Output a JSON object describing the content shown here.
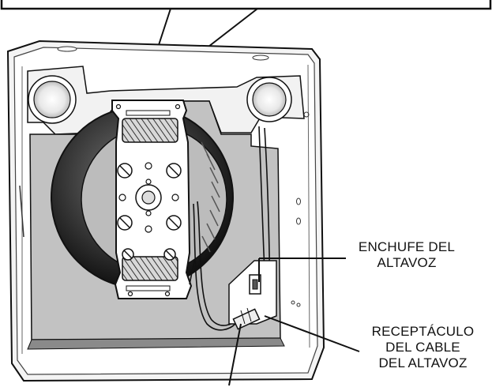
{
  "diagram": {
    "labels": {
      "speaker_plug": [
        "ENCHUFE DEL",
        "ALTAVOZ"
      ],
      "speaker_cable_receptacle": [
        "RECEPTÁCULO",
        "DEL CABLE",
        "DEL ALTAVOZ"
      ]
    },
    "colors": {
      "line": "#111111",
      "panel_gray": "#c2c2c2",
      "cavity_dark": "#2a2a2a",
      "background": "#ffffff"
    }
  }
}
